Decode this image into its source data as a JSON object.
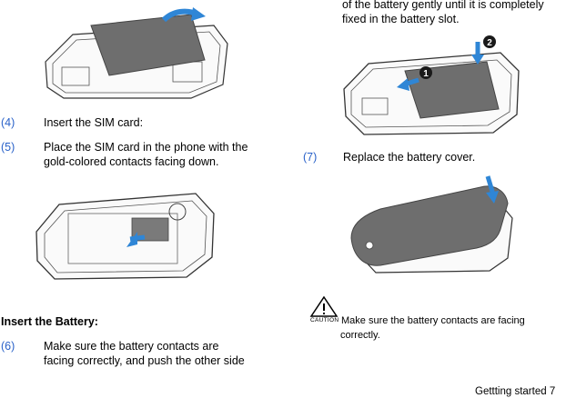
{
  "left": {
    "step4": {
      "num": "(4)",
      "text": "Insert the SIM card:"
    },
    "step5": {
      "num": "(5)",
      "text_line1": "Place the SIM card in the phone with the",
      "text_line2": "gold-colored contacts facing down."
    },
    "section_heading": "Insert the Battery:",
    "step6": {
      "num": "(6)",
      "text_line1": "Make sure the battery contacts are",
      "text_line2": "facing correctly, and push the other side"
    }
  },
  "right": {
    "continued_line1": "of the battery gently until it is completely",
    "continued_line2": "fixed in the battery slot.",
    "badge1": "1",
    "badge2": "2",
    "step7": {
      "num": "(7)",
      "text": "Replace the battery cover."
    },
    "caution_label": "CAUTION",
    "caution_line1": "Make sure the battery contacts are facing",
    "caution_line2": "correctly."
  },
  "footer": {
    "text": "Gettting  started  7"
  },
  "colors": {
    "step_number": "#2a62c9",
    "arrow_blue": "#2f86d6",
    "battery_gray": "#6e6e6e"
  }
}
